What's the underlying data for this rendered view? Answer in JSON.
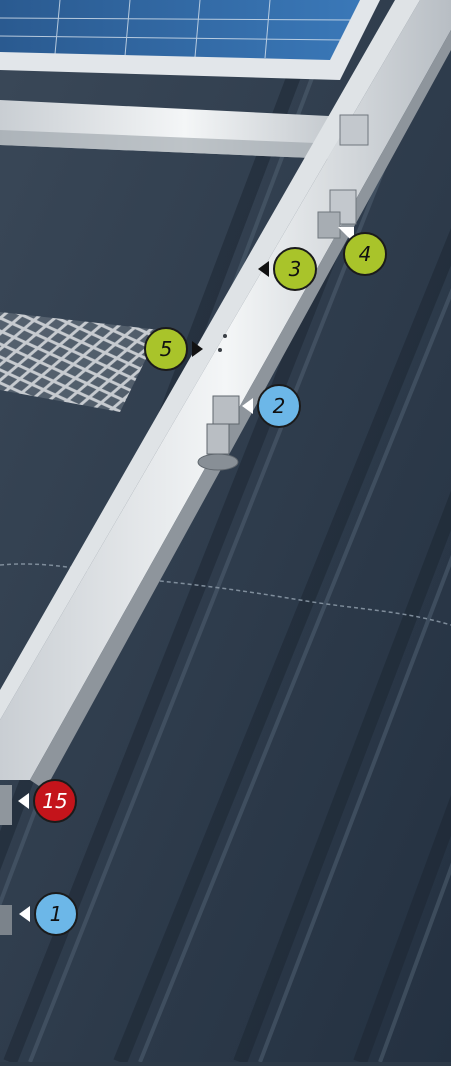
{
  "callouts": [
    {
      "id": "1",
      "label": "1",
      "color": "#6cb7e8"
    },
    {
      "id": "2",
      "label": "2",
      "color": "#6cb7e8"
    },
    {
      "id": "3",
      "label": "3",
      "color": "#a9c42a"
    },
    {
      "id": "4",
      "label": "4",
      "color": "#a9c42a"
    },
    {
      "id": "5",
      "label": "5",
      "color": "#a9c42a"
    },
    {
      "id": "15",
      "label": "15",
      "color": "#c4141b"
    }
  ],
  "scene": {
    "roof_color": "#2d3a48",
    "rail_color": "#e8ecef",
    "panel_color": "#2b5f97"
  }
}
